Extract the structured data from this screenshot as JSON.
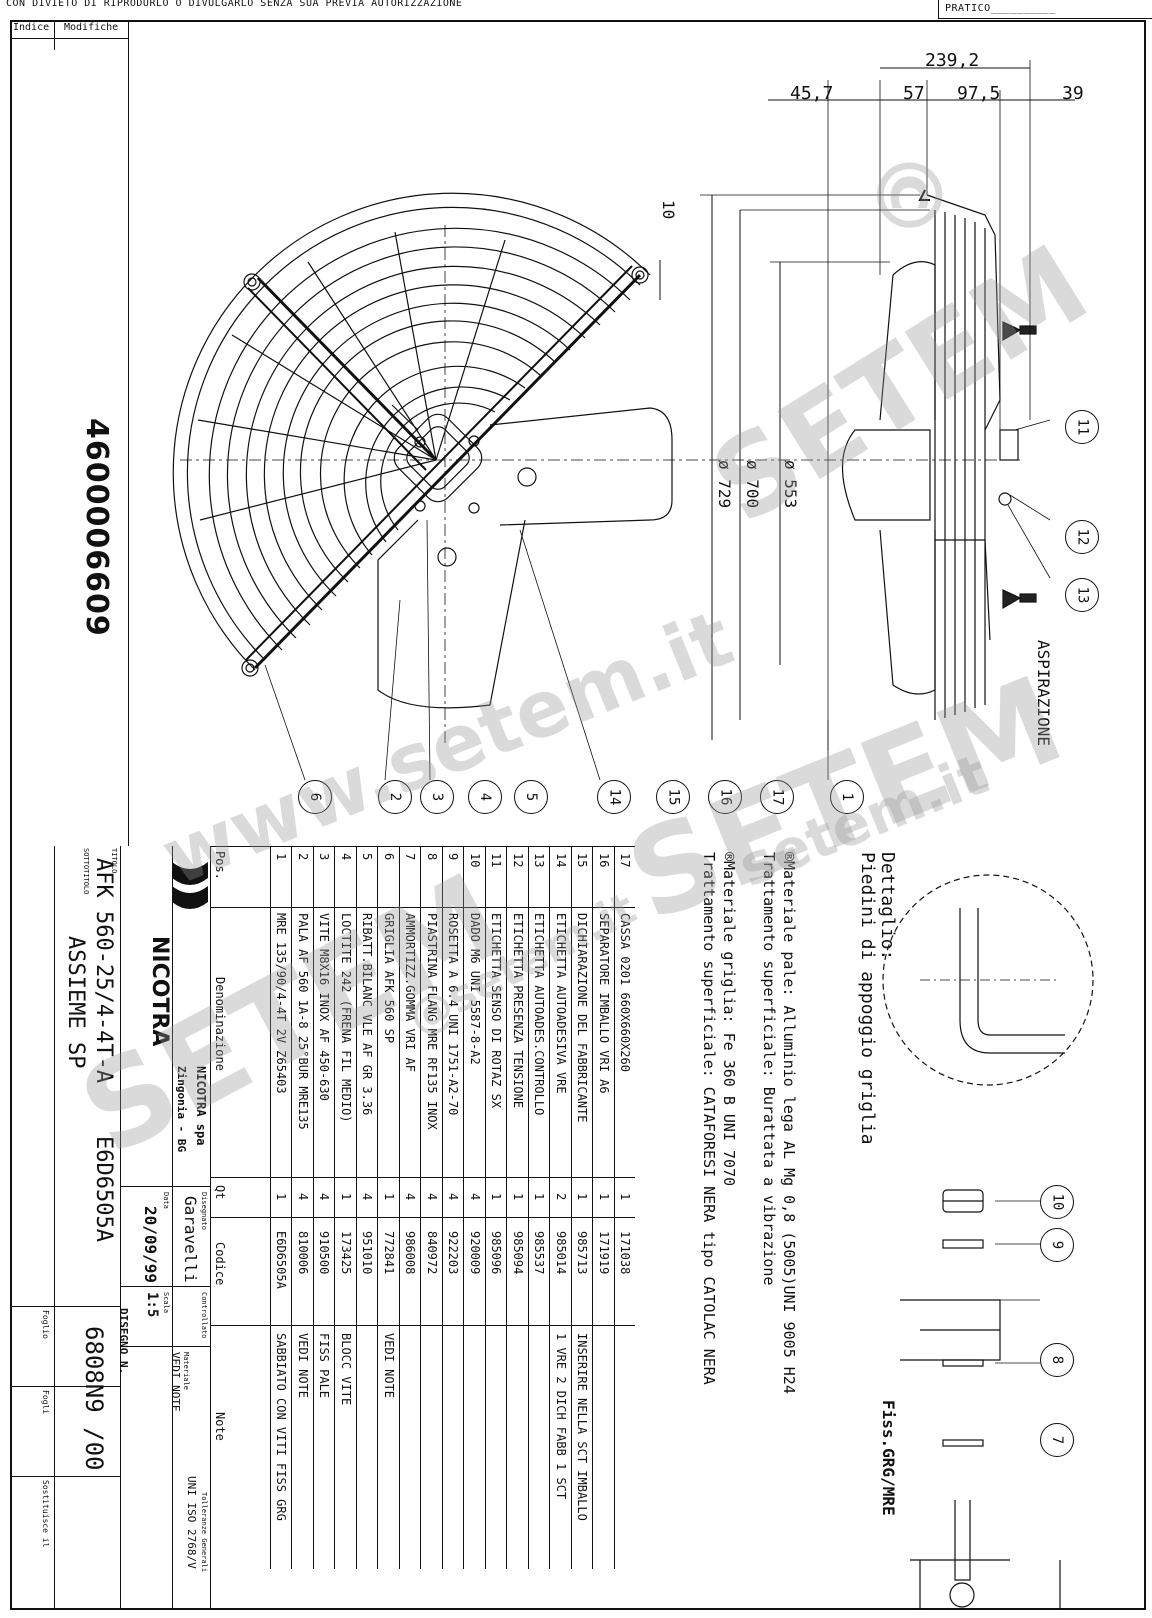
{
  "header": {
    "notice": "CON DIVIETO DI RIPRODURLO O DIVULGARLO SENZA SUA PREVIA AUTORIZZAZIONE",
    "pratico": "PRATICO__________"
  },
  "revision_block": {
    "indice": "Indice",
    "modifiche": "Modifiche"
  },
  "part_code": "4600006609",
  "dimensions": {
    "total": "239,2",
    "d1": "45,7",
    "d2": "57",
    "d3": "97,5",
    "d4": "39",
    "offset": "10",
    "dia_553": "ø 553",
    "dia_700": "ø 700",
    "dia_729": "ø 729"
  },
  "labels": {
    "aspirazione": "ASPIRAZIONE",
    "fiss": "Fiss.GRG/MRE"
  },
  "callouts": [
    "1",
    "2",
    "3",
    "4",
    "5",
    "6",
    "7",
    "8",
    "9",
    "10",
    "11",
    "12",
    "13",
    "14",
    "15",
    "16",
    "17"
  ],
  "notes": {
    "title": "Dettaglio:",
    "subtitle": "Piedini di appoggio griglia",
    "line1": "®Materiale pale: Alluminio lega AL Mg 0,8 (5005)UNI 9005 H24",
    "line2": "Trattamento superficiale: Burattata a vibrazione",
    "line3": "®Materiale griglia: Fe 360 B  UNI 7070",
    "line4": "Trattamento superficiale: CATAFORESI NERA tipo CATOLAC NERA"
  },
  "bom": {
    "headers": {
      "pos": "Pos.",
      "denominazione": "Denominazione",
      "qt": "Qt",
      "codice": "Codice",
      "note": "Note"
    },
    "rows": [
      {
        "pos": "17",
        "name": "CASSA 0201 660X660X260",
        "qt": "1",
        "code": "171038",
        "note": ""
      },
      {
        "pos": "16",
        "name": "SEPARATORE IMBALLO VRI A6",
        "qt": "1",
        "code": "171919",
        "note": ""
      },
      {
        "pos": "15",
        "name": "DICHIARAZIONE DEL FABBRICANTE",
        "qt": "1",
        "code": "985713",
        "note": "INSERIRE NELLA SCT IMBALLO"
      },
      {
        "pos": "14",
        "name": "ETICHETTA AUTOADESIVA VRE",
        "qt": "2",
        "code": "985014",
        "note": "1 VRE 2 DICH FABB 1 SCT"
      },
      {
        "pos": "13",
        "name": "ETICHETTA AUTOADES.CONTROLLO",
        "qt": "1",
        "code": "985537",
        "note": ""
      },
      {
        "pos": "12",
        "name": "ETICHETTA PRESENZA TENSIONE",
        "qt": "1",
        "code": "985094",
        "note": ""
      },
      {
        "pos": "11",
        "name": "ETICHETTA SENSO DI ROTAZ SX",
        "qt": "1",
        "code": "985096",
        "note": ""
      },
      {
        "pos": "10",
        "name": "DADO M6 UNI 5587-8-A2",
        "qt": "4",
        "code": "920009",
        "note": ""
      },
      {
        "pos": "9",
        "name": "ROSETTA A 6.4 UNI 1751-A2-70",
        "qt": "4",
        "code": "922203",
        "note": ""
      },
      {
        "pos": "8",
        "name": "PIASTRINA FLANG MRE RF135 INOX",
        "qt": "4",
        "code": "840972",
        "note": ""
      },
      {
        "pos": "7",
        "name": "AMMORTIZZ.GOMMA VRI AF",
        "qt": "4",
        "code": "986008",
        "note": ""
      },
      {
        "pos": "6",
        "name": "GRIGLIA AFK 560 SP",
        "qt": "1",
        "code": "772841",
        "note": "VEDI NOTE"
      },
      {
        "pos": "5",
        "name": "RIBATT.BILANC VLE AF GR 3.36",
        "qt": "4",
        "code": "951010",
        "note": ""
      },
      {
        "pos": "4",
        "name": "LOCTITE 242 (FRENA FIL MEDIO)",
        "qt": "1",
        "code": "173425",
        "note": "BLOCC VITE"
      },
      {
        "pos": "3",
        "name": "VITE M8X16 INOX AF 450-630",
        "qt": "4",
        "code": "910500",
        "note": "FISS PALE"
      },
      {
        "pos": "2",
        "name": "PALA AF 560 1A-8 25°BUR MRE135",
        "qt": "4",
        "code": "810006",
        "note": "VEDI NOTE"
      },
      {
        "pos": "1",
        "name": "MRE 135/90/4-4T 2V Z65403",
        "qt": "1",
        "code": "E6D6505A",
        "note": "SABBIATO CON VITI FISS GRG"
      }
    ]
  },
  "title_block": {
    "company": "NICOTRA",
    "company_full": "NICOTRA spa",
    "location": "Zingonia - BG",
    "titolo_label": "TITOLO",
    "titolo": "AFK 560-25/4-4T-A",
    "titolo_code": "E6D6505A",
    "sottotitolo_label": "SOTTOTITOLO",
    "sottotitolo": "ASSIEME SP",
    "disegnato_label": "Disegnato",
    "disegnato": "Garavelli",
    "data_label": "Data",
    "data": "20/09/99",
    "controllato_label": "Controllato",
    "scala_label": "Scala",
    "scala": "1:5",
    "materiale_label": "Materiale",
    "materiale": "VEDI NOTE",
    "tolleranze_label": "Tolleranze Generali",
    "tolleranze": "UNI ISO 2768/V",
    "disegno_label": "DISEGNO N.",
    "disegno": "6808N9 /00",
    "foglio_label": "Foglio",
    "fogli_label": "Fogli",
    "sostituisce_label": "Sostituisce il"
  },
  "watermarks": [
    "SETEM",
    "www.setem.it",
    "setem.it",
    "@setem.it"
  ]
}
